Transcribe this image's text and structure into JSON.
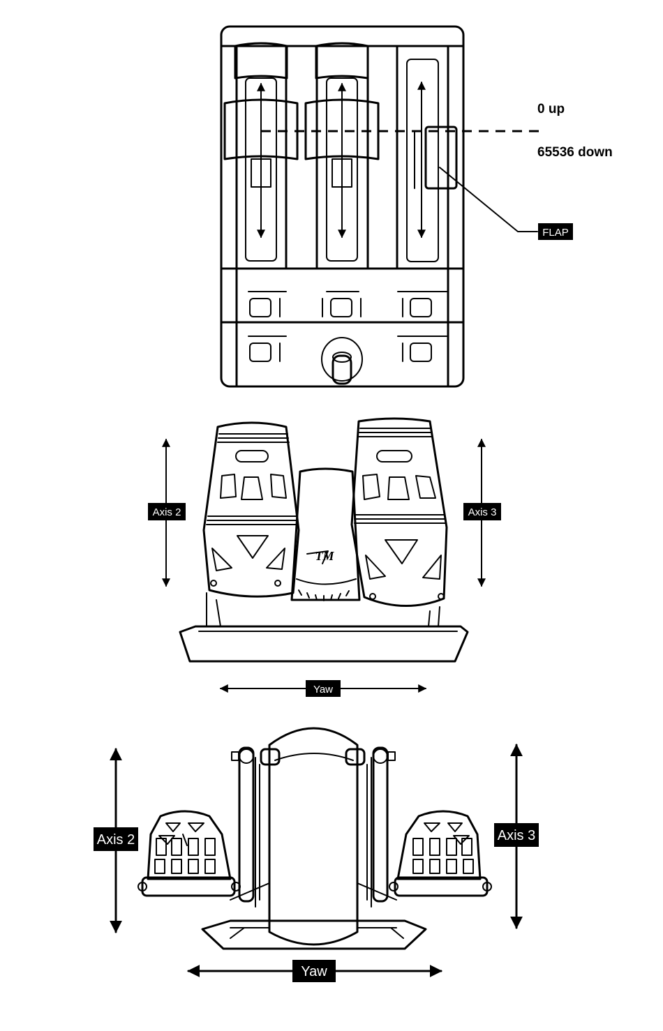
{
  "throttle": {
    "label_up": "0 up",
    "label_down": "65536 down",
    "flap_label": "FLAP"
  },
  "rudder_a": {
    "axis_left": "Axis 2",
    "axis_right": "Axis 3",
    "yaw": "Yaw"
  },
  "rudder_b": {
    "axis_left": "Axis 2",
    "axis_right": "Axis 3",
    "yaw": "Yaw"
  },
  "icons": [
    "throttle-quadrant-icon",
    "rudder-pedals-front-icon",
    "rudder-pedals-side-icon",
    "double-arrow-icon"
  ]
}
